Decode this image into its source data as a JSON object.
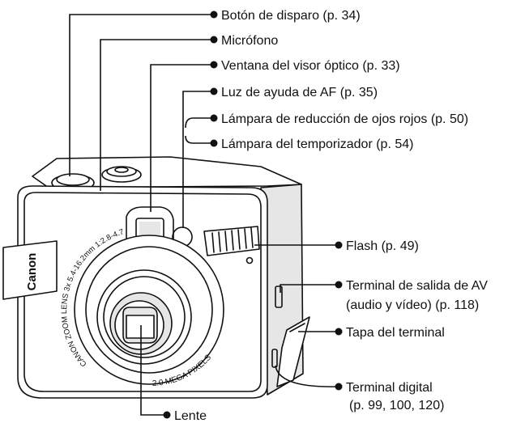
{
  "labels": {
    "shutter_button": "Botón de disparo (p. 34)",
    "microphone": "Micrófono",
    "viewfinder_window": "Ventana del visor óptico (p. 33)",
    "af_assist_light": "Luz de ayuda de AF (p. 35)",
    "red_eye_lamp": "Lámpara de reducción de ojos rojos (p. 50)",
    "self_timer_lamp": "Lámpara del temporizador (p. 54)",
    "flash": "Flash (p. 49)",
    "av_terminal_line1": "Terminal de salida de AV",
    "av_terminal_line2": "(audio y vídeo) (p. 118)",
    "terminal_cover": "Tapa del terminal",
    "digital_terminal_line1": "Terminal digital",
    "digital_terminal_line2": "(p. 99, 100, 120)",
    "lens": "Lente"
  },
  "camera_markings": {
    "brand": "Canon",
    "lens_ring": "CANON ZOOM LENS 3x 5.4-16.2mm 1:2.8-4.7",
    "megapixels": "2.0 MEGA PIXELS"
  },
  "colors": {
    "line": "#111111",
    "background": "#ffffff"
  }
}
